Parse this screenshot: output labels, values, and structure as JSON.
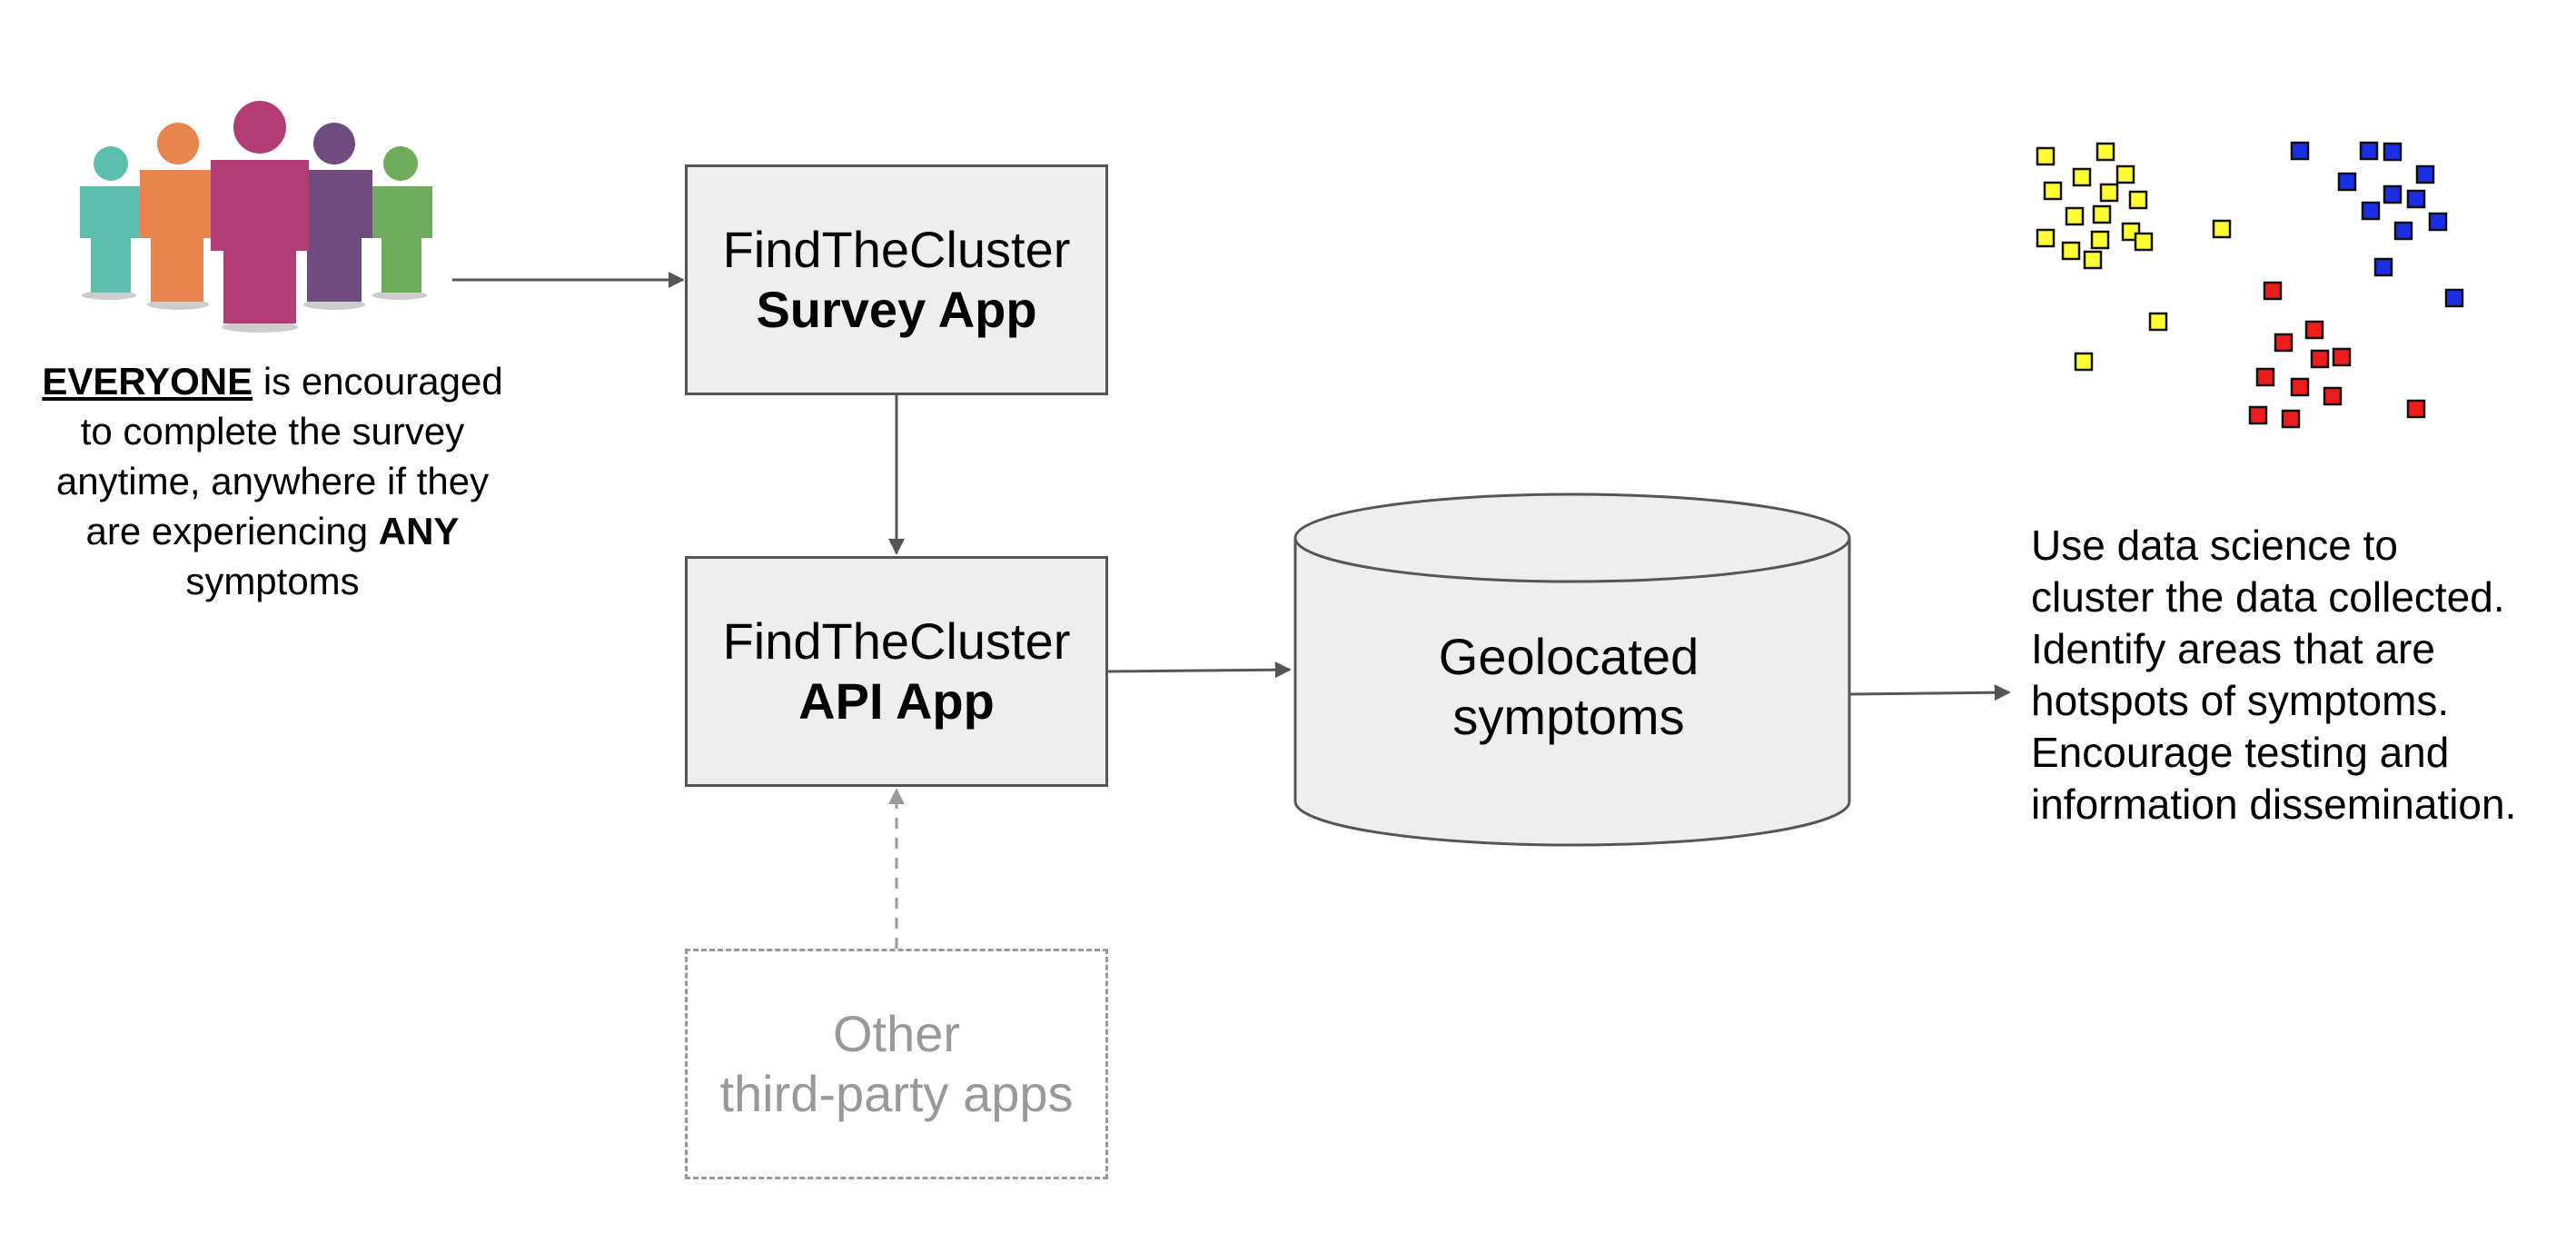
{
  "people": {
    "colors": [
      "#5bbfac",
      "#e8854e",
      "#b23d74",
      "#6f4c7f",
      "#6eac5b"
    ]
  },
  "everyone_text": {
    "strong": "EVERYONE",
    "rest1": " is encouraged",
    "line2": "to complete the survey",
    "line3": "anytime, anywhere  if they",
    "line4a": "are experiencing ",
    "line4b": "ANY",
    "line5": "symptoms"
  },
  "survey_box": {
    "line1": "FindTheCluster",
    "line2": "Survey App"
  },
  "api_box": {
    "line1": "FindTheCluster",
    "line2": "API App"
  },
  "other_box": {
    "line1": "Other",
    "line2": "third-party apps"
  },
  "database": {
    "line1": "Geolocated",
    "line2": "symptoms"
  },
  "result_text": {
    "line1": "Use data science to",
    "line2": "cluster the data collected.",
    "line3": "Identify areas that are",
    "line4": "hotspots of symptoms.",
    "line5": "Encourage testing and",
    "line6": "information dissemination."
  },
  "clusters": {
    "colors": {
      "yellow": "#ffff33",
      "blue": "#1a2ee6",
      "red": "#ee1c1c"
    }
  },
  "colors": {
    "box_fill": "#eeeeee",
    "line": "#555555",
    "dashed": "#999999"
  }
}
